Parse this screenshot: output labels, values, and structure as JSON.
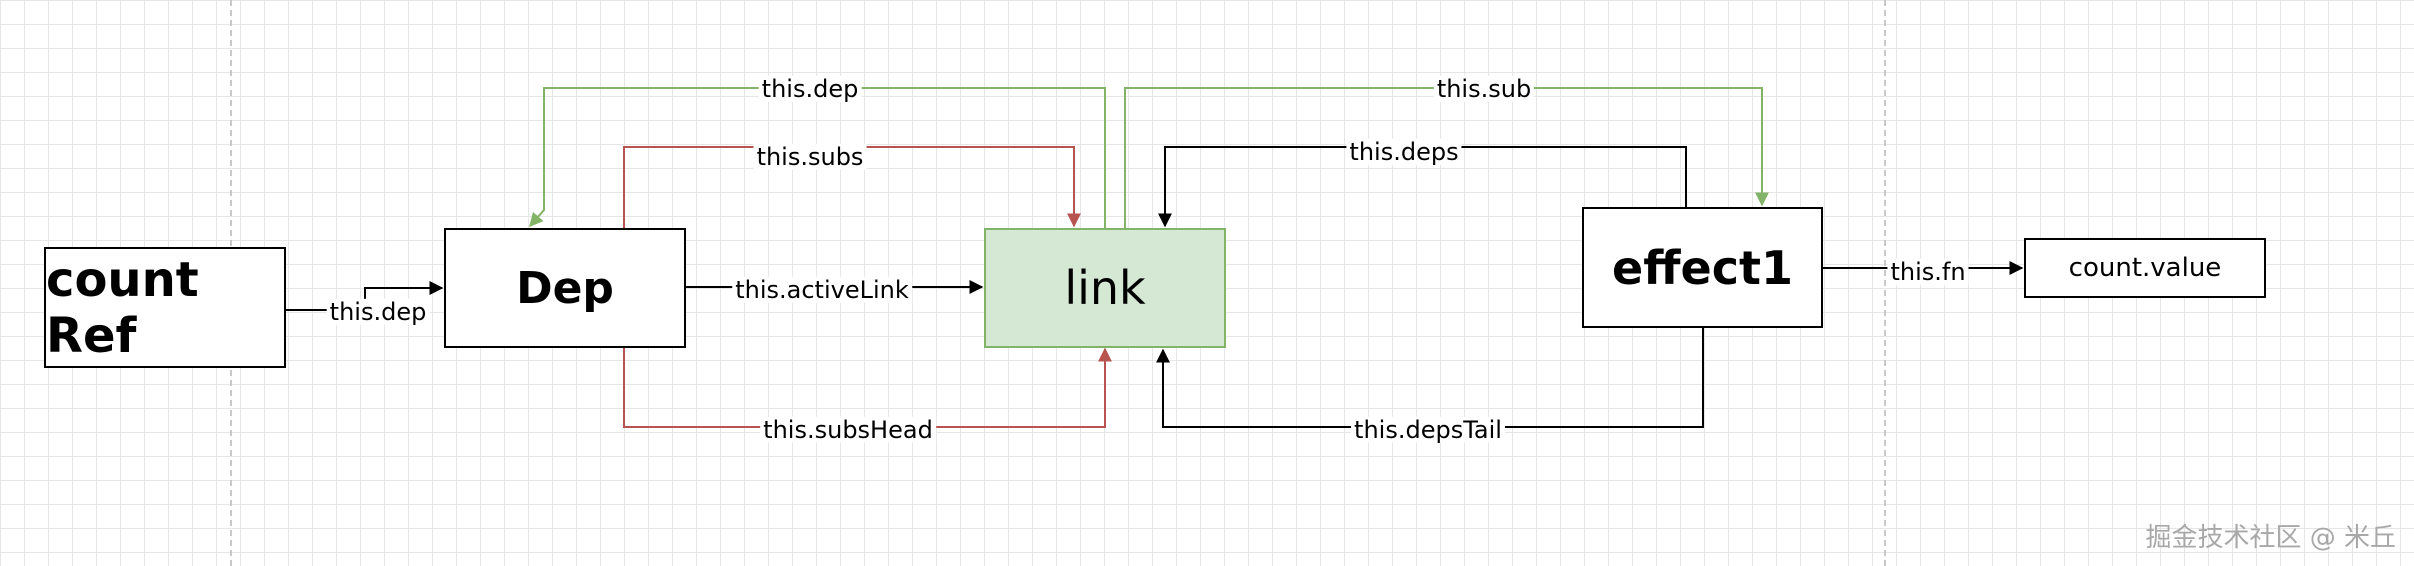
{
  "nodes": {
    "count_ref": "count Ref",
    "dep": "Dep",
    "link": "link",
    "effect1": "effect1",
    "count_value": "count.value"
  },
  "edges": {
    "ref_to_dep": "this.dep",
    "dep_to_link_active": "this.activeLink",
    "link_to_dep": "this.dep",
    "dep_to_link_subs": "this.subs",
    "dep_to_link_subs_head": "this.subsHead",
    "link_to_effect_sub": "this.sub",
    "effect_to_link_deps": "this.deps",
    "effect_to_link_deps_tail": "this.depsTail",
    "effect_to_value_fn": "this.fn"
  },
  "colors": {
    "green_edge": "#82b366",
    "red_edge": "#b85450",
    "black_edge": "#000000",
    "link_fill": "#d5e8d4"
  },
  "watermark": "掘金技术社区 @ 米丘"
}
